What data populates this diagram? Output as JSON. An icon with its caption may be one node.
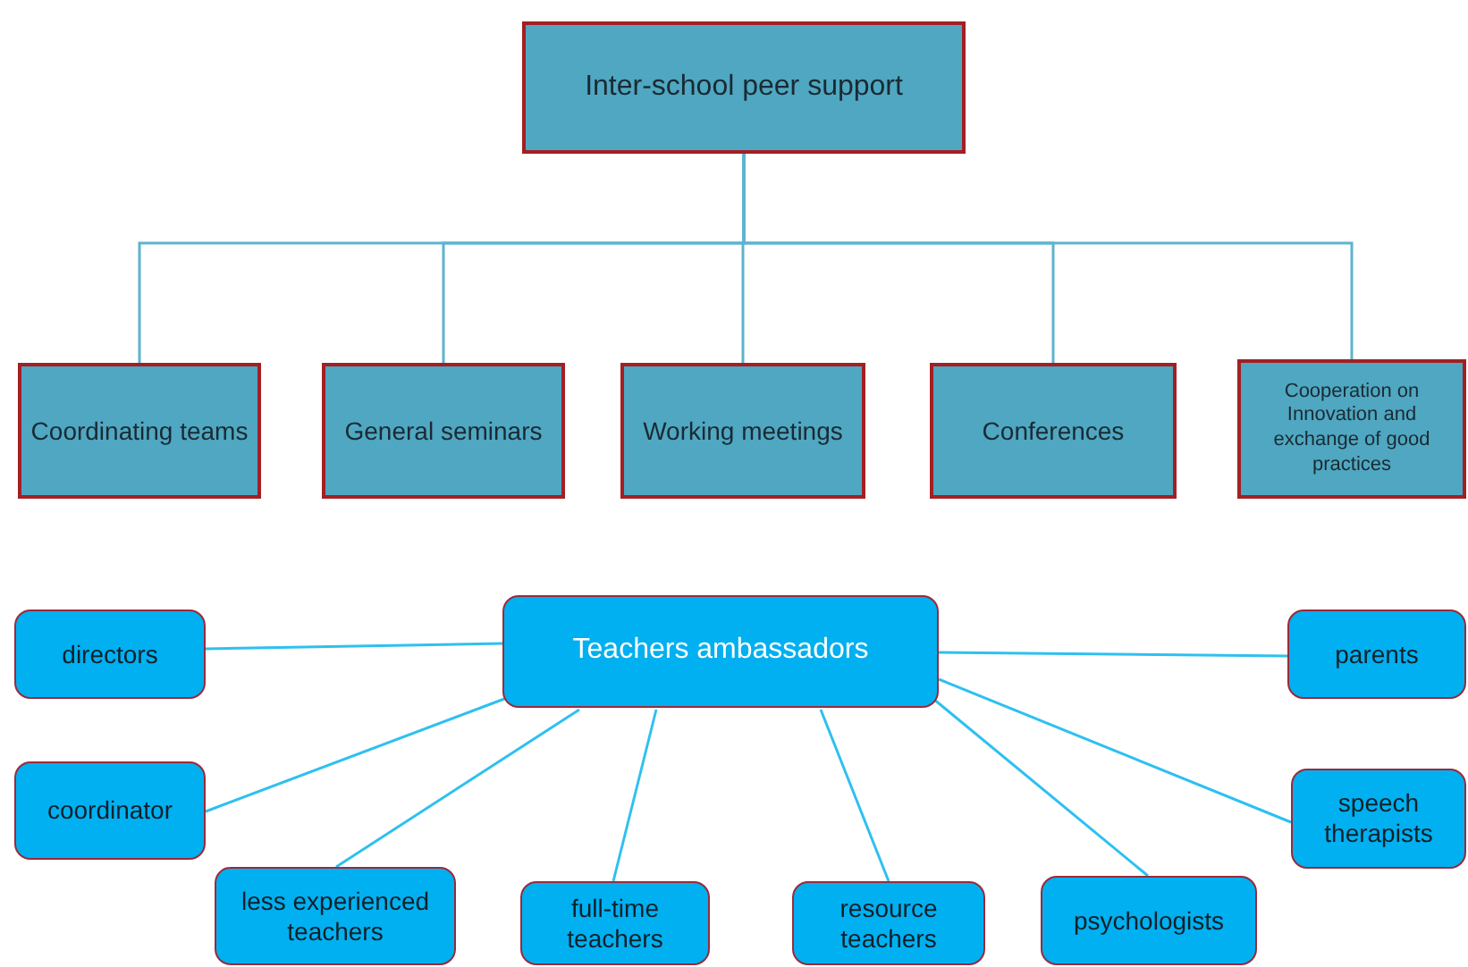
{
  "diagram": {
    "nodes": [
      {
        "text": [
          "Inter-school peer support"
        ]
      },
      {
        "text": [
          "Coordinating teams"
        ]
      },
      {
        "text": [
          "General seminars"
        ]
      },
      {
        "text": [
          "Working meetings"
        ]
      },
      {
        "text": [
          "Conferences"
        ]
      },
      {
        "text": [
          "Cooperation on Innovation and exchange of good practices"
        ]
      },
      {
        "text": [
          "Teachers ambassadors"
        ]
      },
      {
        "text": [
          "directors"
        ]
      },
      {
        "text": [
          "parents"
        ]
      },
      {
        "text": [
          "coordinator"
        ]
      },
      {
        "text": [
          "less experienced teachers"
        ]
      },
      {
        "text": [
          "full-time teachers"
        ]
      },
      {
        "text": [
          "resource teachers"
        ]
      },
      {
        "text": [
          "psychologists"
        ]
      },
      {
        "text": [
          "speech therapists"
        ]
      }
    ],
    "edges": [
      {
        "from": 0,
        "to": 1,
        "arrow": "none"
      },
      {
        "from": 0,
        "to": 2,
        "arrow": "none"
      },
      {
        "from": 0,
        "to": 3,
        "arrow": "none"
      },
      {
        "from": 0,
        "to": 4,
        "arrow": "none"
      },
      {
        "from": 0,
        "to": 5,
        "arrow": "none"
      },
      {
        "from": 6,
        "to": 7,
        "arrow": "none"
      },
      {
        "from": 6,
        "to": 8,
        "arrow": "none"
      },
      {
        "from": 6,
        "to": 9,
        "arrow": "none"
      },
      {
        "from": 6,
        "to": 10,
        "arrow": "none"
      },
      {
        "from": 6,
        "to": 11,
        "arrow": "none"
      },
      {
        "from": 6,
        "to": 12,
        "arrow": "none"
      },
      {
        "from": 6,
        "to": 13,
        "arrow": "none"
      },
      {
        "from": 6,
        "to": 14,
        "arrow": "none"
      }
    ]
  }
}
